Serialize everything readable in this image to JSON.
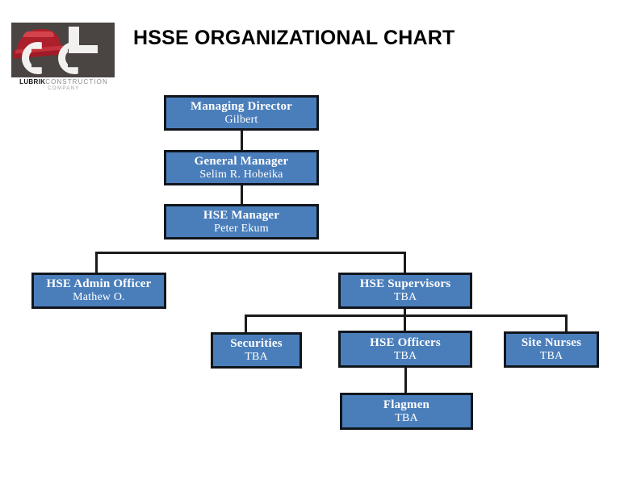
{
  "page": {
    "title": "HSSE ORGANIZATIONAL CHART",
    "background": "#ffffff"
  },
  "logo": {
    "name": "lubrik-construction-company-logo",
    "brand_word": "LUBRIK",
    "brand_rest": "CONSTRUCTION",
    "brand_line2": "COMPANY",
    "mark_background": "#4a4542",
    "hardhat_color": "#ad1f2b",
    "letters": "LCC"
  },
  "colors": {
    "node_fill": "#4a7ebb",
    "node_border": "#10161c",
    "node_text": "#ffffff",
    "connector": "#1a1a1a",
    "title_text": "#000000"
  },
  "chart_data": {
    "type": "diagram",
    "title": "HSSE ORGANIZATIONAL CHART",
    "nodes": [
      {
        "id": "managing-director",
        "role": "Managing Director",
        "person": "Gilbert",
        "level": 0,
        "parent": null
      },
      {
        "id": "general-manager",
        "role": "General Manager",
        "person": "Selim R. Hobeika",
        "level": 1,
        "parent": "managing-director"
      },
      {
        "id": "hse-manager",
        "role": "HSE Manager",
        "person": "Peter Ekum",
        "level": 2,
        "parent": "general-manager"
      },
      {
        "id": "hse-admin-officer",
        "role": "HSE Admin Officer",
        "person": "Mathew O.",
        "level": 3,
        "parent": "hse-manager"
      },
      {
        "id": "hse-supervisors",
        "role": "HSE Supervisors",
        "person": "TBA",
        "level": 3,
        "parent": "hse-manager"
      },
      {
        "id": "securities",
        "role": "Securities",
        "person": "TBA",
        "level": 4,
        "parent": "hse-supervisors"
      },
      {
        "id": "hse-officers",
        "role": "HSE Officers",
        "person": "TBA",
        "level": 4,
        "parent": "hse-supervisors"
      },
      {
        "id": "site-nurses",
        "role": "Site Nurses",
        "person": "TBA",
        "level": 4,
        "parent": "hse-supervisors"
      },
      {
        "id": "flagmen",
        "role": "Flagmen",
        "person": "TBA",
        "level": 5,
        "parent": "hse-officers"
      }
    ],
    "edges": [
      {
        "from": "managing-director",
        "to": "general-manager"
      },
      {
        "from": "general-manager",
        "to": "hse-manager"
      },
      {
        "from": "hse-manager",
        "to": "hse-admin-officer"
      },
      {
        "from": "hse-manager",
        "to": "hse-supervisors"
      },
      {
        "from": "hse-supervisors",
        "to": "securities"
      },
      {
        "from": "hse-supervisors",
        "to": "hse-officers"
      },
      {
        "from": "hse-supervisors",
        "to": "site-nurses"
      },
      {
        "from": "hse-officers",
        "to": "flagmen"
      }
    ]
  }
}
